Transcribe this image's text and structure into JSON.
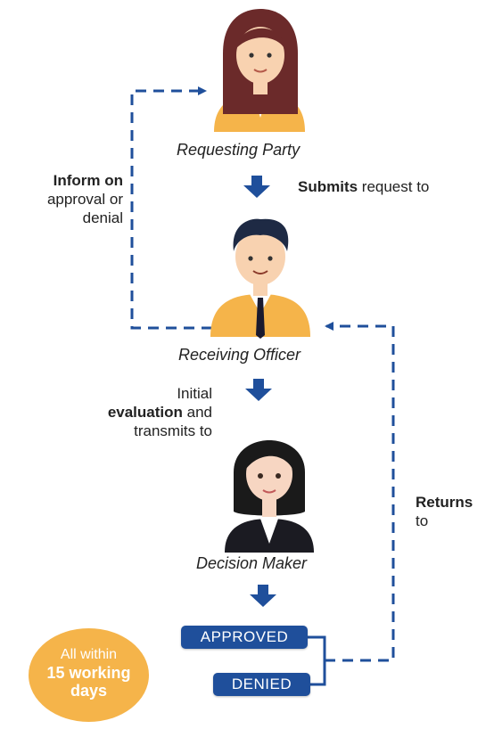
{
  "nodes": {
    "requesting_party": "Requesting Party",
    "receiving_officer": "Receiving Officer",
    "decision_maker": "Decision Maker"
  },
  "edges": {
    "submits_bold": "Submits",
    "submits_rest": " request to",
    "inform_line1": "Inform on",
    "inform_line2": "approval or",
    "inform_line3": "denial",
    "evaluation_line1": "Initial",
    "evaluation_bold": "evaluation",
    "evaluation_rest": " and",
    "evaluation_line3": "transmits to",
    "returns_bold": "Returns",
    "returns_rest": "to"
  },
  "outcomes": {
    "approved": "APPROVED",
    "denied": "DENIED"
  },
  "timeframe": {
    "line1": "All within",
    "line2": "15 working",
    "line3": "days"
  },
  "colors": {
    "primary_blue": "#1f4f9b",
    "accent_orange": "#f5b44a"
  },
  "icons": {
    "requesting_party": "woman-avatar-icon",
    "receiving_officer": "man-avatar-icon",
    "decision_maker": "woman-professional-avatar-icon"
  }
}
